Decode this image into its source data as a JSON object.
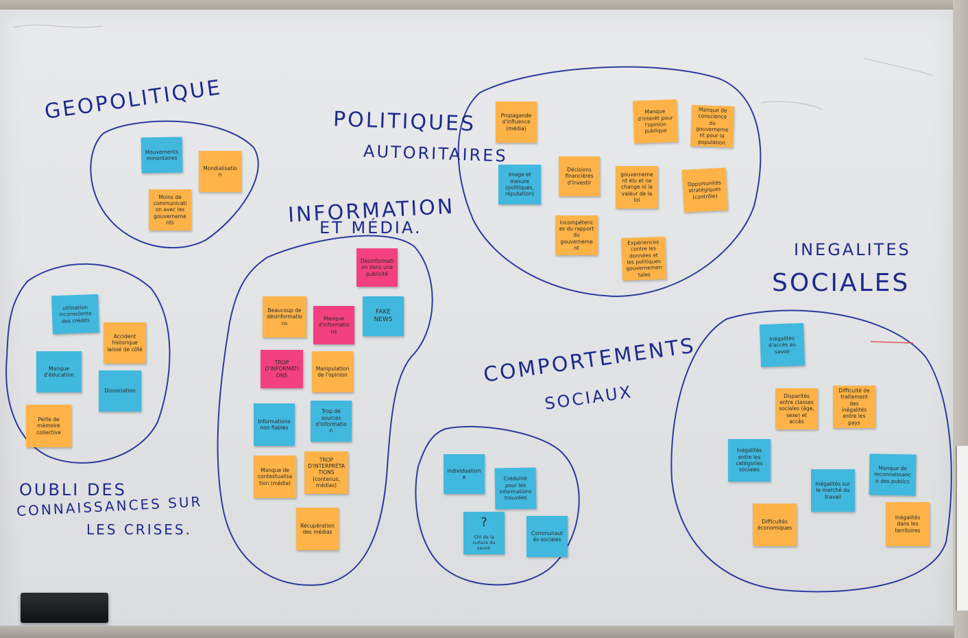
{
  "labels": {
    "geopolitique": "GEOPOLITIQUE",
    "politiques_1": "POLITIQUES",
    "politiques_2": "AUTORITAIRES",
    "information_1": "INFORMATION",
    "information_2": "ET MÉDIA.",
    "comportements_1": "COMPORTEMENTS",
    "comportements_2": "SOCIAUX",
    "inegalites_1": "INEGALITES",
    "inegalites_2": "SOCIALES",
    "oubli_1": "OUBLI DES",
    "oubli_2": "CONNAISSANCES SUR",
    "oubli_3": "LES CRISES."
  },
  "notes": {
    "geo": [
      {
        "color": "blue",
        "text": "Mouvements minoritaires"
      },
      {
        "color": "orange",
        "text": "Mondialisation"
      },
      {
        "color": "orange",
        "text": "Moins de communication avec les gouvernements"
      }
    ],
    "politiques": [
      {
        "color": "orange",
        "text": "Propagande d'influence (média)"
      },
      {
        "color": "orange",
        "text": "Manque d'intérêt pour l'opinion publique"
      },
      {
        "color": "orange",
        "text": "Manque de conscience du gouvernement pour la population"
      },
      {
        "color": "blue",
        "text": "image et mesure (politiques, réputation)"
      },
      {
        "color": "orange",
        "text": "Décisions financières d'investir"
      },
      {
        "color": "orange",
        "text": "gouvernement élu et ne change ni la valeur de la loi"
      },
      {
        "color": "orange",
        "text": "Opportunités stratégiques (contrôle)"
      },
      {
        "color": "orange",
        "text": "incompétences du rapport du gouvernement"
      },
      {
        "color": "orange",
        "text": "Expériences contre les données et les politiques gouvernementales"
      }
    ],
    "information": [
      {
        "color": "pink",
        "text": "Désinformation dans une publicité"
      },
      {
        "color": "blue",
        "text": "FAKE NEWS"
      },
      {
        "color": "orange",
        "text": "Beaucoup de désinformations"
      },
      {
        "color": "pink",
        "text": "Manque d'informations"
      },
      {
        "color": "pink",
        "text": "TROP D'INFORMATIONS"
      },
      {
        "color": "orange",
        "text": "Manipulation de l'opinion"
      },
      {
        "color": "blue",
        "text": "Informations non fiables"
      },
      {
        "color": "blue",
        "text": "Trop de sources d'information"
      },
      {
        "color": "orange",
        "text": "Manque de contextualisation (média)"
      },
      {
        "color": "orange",
        "text": "TROP D'INTERPRÉTATIONS (contenus, médias)"
      },
      {
        "color": "orange",
        "text": "Récupération des médias"
      }
    ],
    "comportements": [
      {
        "color": "blue",
        "text": "individualisme"
      },
      {
        "color": "blue",
        "text": "Crédulité pour les informations trouvées"
      },
      {
        "color": "blue",
        "text": "?",
        "sub": "Cht de la culture du savoir"
      },
      {
        "color": "blue",
        "text": "Communautés sociales"
      }
    ],
    "inegalites": [
      {
        "color": "blue",
        "text": "Inégalités d'accès au savoir"
      },
      {
        "color": "orange",
        "text": "Disparités entre classes sociales (âge, sexe) et accès"
      },
      {
        "color": "orange",
        "text": "Difficulté de traitement des inégalités entre les pays"
      },
      {
        "color": "blue",
        "text": "Inégalités entre les catégories sociales"
      },
      {
        "color": "blue",
        "text": "Manque de reconnaissance des publics"
      },
      {
        "color": "blue",
        "text": "Inégalités sur le marché du travail"
      },
      {
        "color": "orange",
        "text": "Difficultés économiques"
      },
      {
        "color": "orange",
        "text": "Inégalités dans les territoires"
      }
    ],
    "oubli": [
      {
        "color": "blue",
        "text": "utilisation inconsciente des crédits"
      },
      {
        "color": "orange",
        "text": "Accident historique laissé de côté"
      },
      {
        "color": "blue",
        "text": "Manque d'éducation"
      },
      {
        "color": "blue",
        "text": "Dissociation"
      },
      {
        "color": "orange",
        "text": "Perte de mémoire collective"
      }
    ]
  },
  "colors": {
    "orange": "#fdb347",
    "blue": "#41b8de",
    "pink": "#f2417e",
    "ink": "#1e2a8a"
  }
}
